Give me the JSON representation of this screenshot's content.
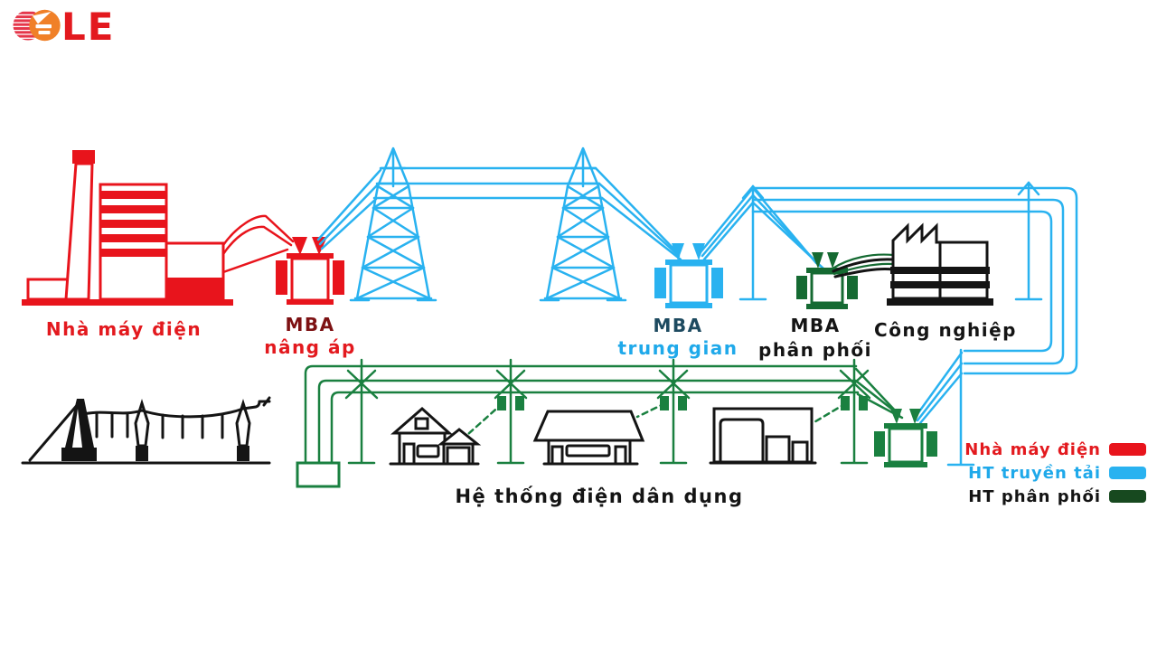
{
  "logo": {
    "text": "LE"
  },
  "labels": {
    "power_plant": "Nhà máy điện",
    "mba_step_up": {
      "l1": "MBA",
      "l2": "nâng áp"
    },
    "mba_intermediate": {
      "l1": "MBA",
      "l2": "trung gian"
    },
    "mba_distribution": {
      "l1": "MBA",
      "l2": "phân phối"
    },
    "industry": "Công nghiệp",
    "residential": "Hệ thống điện dân dụng"
  },
  "legend": {
    "items": [
      {
        "label": "Nhà máy điện",
        "color": "#e8141c",
        "text_color": "#e3191e"
      },
      {
        "label": "HT truyền tải",
        "color": "#29b2f0",
        "text_color": "#1fa9ea"
      },
      {
        "label": "HT phân phối",
        "color": "#17491f",
        "text_color": "#141414"
      }
    ]
  },
  "colors": {
    "red": "#e3191e",
    "dark_red": "#7d1113",
    "blue": "#29b2f0",
    "blue_text": "#1fa9ea",
    "dark_blue": "#1d4a60",
    "green": "#1a8040",
    "dark_green": "#156a32",
    "black": "#141414",
    "orange": "#f08028"
  }
}
